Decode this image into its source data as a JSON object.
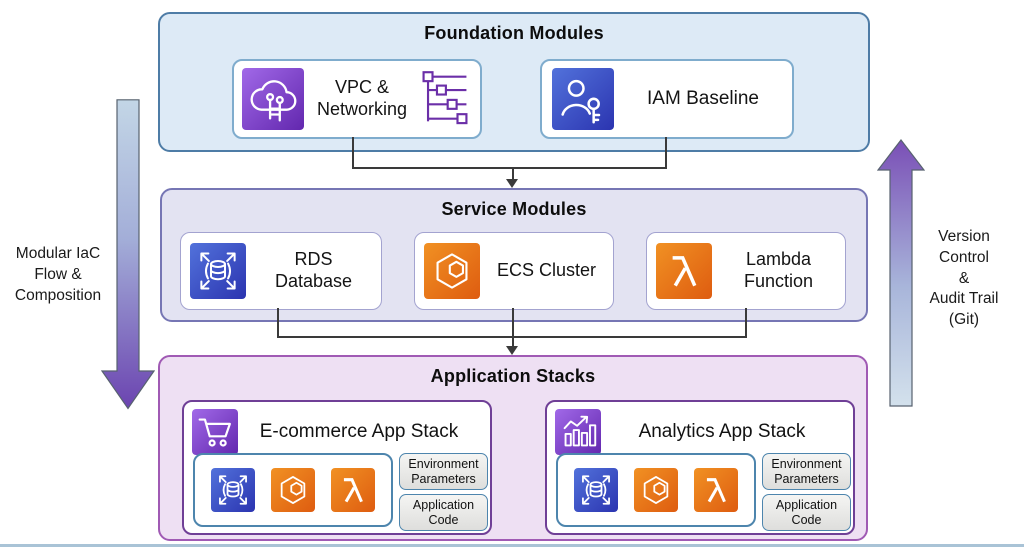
{
  "diagram": {
    "foundation": {
      "title": "Foundation Modules",
      "modules": [
        {
          "label": "VPC & Networking",
          "icon": "vpc-cloud-icon",
          "extra_icon": "network-tree-icon"
        },
        {
          "label": "IAM Baseline",
          "icon": "iam-user-key-icon"
        }
      ]
    },
    "service": {
      "title": "Service Modules",
      "modules": [
        {
          "label": "RDS Database",
          "icon": "rds-database-icon"
        },
        {
          "label": "ECS Cluster",
          "icon": "ecs-hexagon-icon"
        },
        {
          "label": "Lambda Function",
          "icon": "lambda-icon"
        }
      ]
    },
    "application": {
      "title": "Application Stacks",
      "stacks": [
        {
          "title": "E-commerce App Stack",
          "icon": "shopping-cart-icon",
          "components": [
            "rds-database-icon",
            "ecs-hexagon-icon",
            "lambda-icon"
          ],
          "env_box": "Environment Parameters",
          "code_box": "Application Code"
        },
        {
          "title": "Analytics App Stack",
          "icon": "analytics-chart-icon",
          "components": [
            "rds-database-icon",
            "ecs-hexagon-icon",
            "lambda-icon"
          ],
          "env_box": "Environment Parameters",
          "code_box": "Application Code"
        }
      ]
    },
    "side_labels": {
      "left": {
        "direction": "down",
        "lines": [
          "Modular IaC",
          "Flow &",
          "Composition"
        ]
      },
      "right": {
        "direction": "up",
        "lines": [
          "Version",
          "Control",
          "&",
          "Audit Trail",
          "(Git)"
        ]
      }
    },
    "colors": {
      "foundation_bg": "#ddeaf6",
      "foundation_border": "#4e7ca6",
      "service_bg": "#e3e3f2",
      "service_border": "#7676b4",
      "application_bg": "#eee0f3",
      "application_border": "#a05ab4",
      "aws_purple_light": "#A169E8",
      "aws_purple_dark": "#6227AE",
      "aws_blue_light": "#5272DB",
      "aws_blue_dark": "#2B34B0",
      "aws_orange_light": "#F19123",
      "aws_orange_dark": "#DE5C10",
      "connector": "#3A3A3A",
      "flow_arrow_top": "#C3D6E6",
      "flow_arrow_bottom": "#6B44B0"
    }
  }
}
